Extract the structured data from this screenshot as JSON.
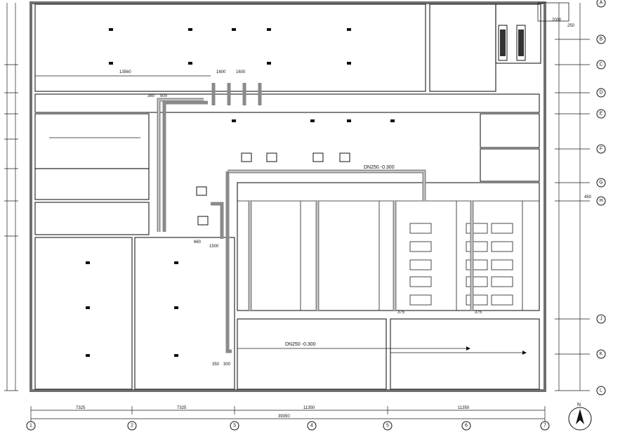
{
  "dimensions": {
    "bottom": [
      "7325",
      "7325",
      "11350",
      "11350"
    ],
    "bottom_total": "39350",
    "left_room_width": "13560",
    "top_small": [
      "1600",
      "1600"
    ],
    "top_right": [
      "2000",
      "250"
    ],
    "pipe_small": [
      "380",
      "500"
    ],
    "mid": [
      "660",
      "1500"
    ],
    "pipe_offsets": [
      "350",
      "300"
    ],
    "gap_small": [
      "375",
      "375"
    ],
    "right_total": "450"
  },
  "pipe_labels": {
    "dn250_top": "DN250 -0.300",
    "dn250_bottom": "DN250 -0.300"
  },
  "grid_bubbles_bottom": [
    "1",
    "2",
    "3",
    "4",
    "5",
    "6",
    "7"
  ],
  "grid_bubbles_right": [
    "A",
    "B",
    "C",
    "D",
    "E",
    "F",
    "G",
    "H",
    "J",
    "K",
    "L"
  ],
  "north_label": "N"
}
